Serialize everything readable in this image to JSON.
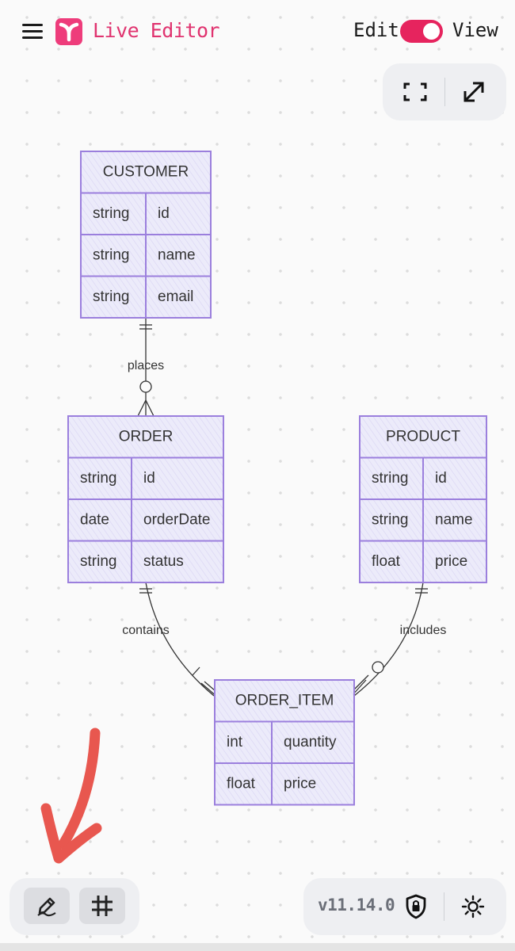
{
  "header": {
    "app_title": "Live Editor",
    "mode_edit_label": "Edit",
    "mode_view_label": "View",
    "view_mode_on": true,
    "accent_color": "#e6245e"
  },
  "view_controls": {
    "icons": [
      "fullscreen-icon",
      "expand-icon"
    ]
  },
  "diagram": {
    "entities": [
      {
        "name": "CUSTOMER",
        "attributes": [
          [
            "string",
            "id"
          ],
          [
            "string",
            "name"
          ],
          [
            "string",
            "email"
          ]
        ]
      },
      {
        "name": "ORDER",
        "attributes": [
          [
            "string",
            "id"
          ],
          [
            "date",
            "orderDate"
          ],
          [
            "string",
            "status"
          ]
        ]
      },
      {
        "name": "PRODUCT",
        "attributes": [
          [
            "string",
            "id"
          ],
          [
            "string",
            "name"
          ],
          [
            "float",
            "price"
          ]
        ]
      },
      {
        "name": "ORDER_ITEM",
        "attributes": [
          [
            "int",
            "quantity"
          ],
          [
            "float",
            "price"
          ]
        ]
      }
    ],
    "relationships": [
      {
        "from": "CUSTOMER",
        "to": "ORDER",
        "label": "places"
      },
      {
        "from": "ORDER",
        "to": "ORDER_ITEM",
        "label": "contains"
      },
      {
        "from": "PRODUCT",
        "to": "ORDER_ITEM",
        "label": "includes"
      }
    ],
    "entity_fill": "#ecebfa",
    "entity_border": "#9b7fdd"
  },
  "bottom_toolbar": {
    "tools": [
      "edit-pen-icon",
      "grid-icon"
    ],
    "version": "v11.14.0",
    "icons": [
      "shield-lock-icon",
      "sun-theme-icon"
    ]
  },
  "annotation": {
    "arrow_color": "#e8574f"
  }
}
